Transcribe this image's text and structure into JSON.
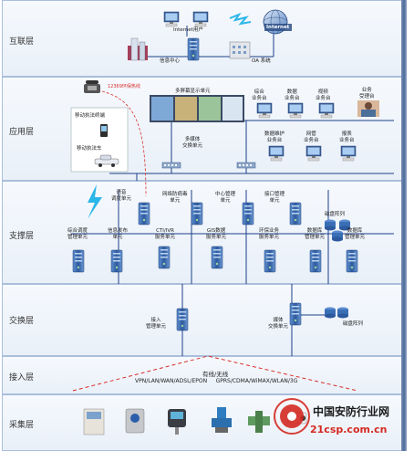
{
  "layers": {
    "internet": "互联层",
    "application": "应用层",
    "support": "支撑层",
    "switching": "交换层",
    "access": "接入层",
    "collection": "采集层"
  },
  "internet": {
    "internet_user": "Internet用户",
    "internet_cloud": "Internet",
    "info_center": "信息中心",
    "oa_system": "OA 系统"
  },
  "application": {
    "hotline": "12369环保热线",
    "mobile_terminal": "移动执法终端",
    "mobile_car": "移动执法车",
    "display_unit": "多屏幕显示单元",
    "multimedia_switch": "多媒体\n交换单元",
    "overall_desk": "综合\n业务台",
    "data_desk": "数据\n业务台",
    "video_desk": "视频\n业务台",
    "service_desk": "业务\n受理台",
    "data_maint_desk": "数据维护\n业务台",
    "netmgmt_desk": "网管\n业务台",
    "report_desk": "报表\n业务台"
  },
  "support": {
    "voice_unit": "语音\n调度单元",
    "firewall_unit": "网络防病毒\n单元",
    "center_mgmt": "中心管理\n单元",
    "interface_mgmt": "接口管理\n单元",
    "disk_array": "磁盘阵列",
    "dispatch_mgmt": "综合调度\n管理单元",
    "info_publish": "信息发布\n单元",
    "cti_ivr": "CTI/IVR\n服务单元",
    "gis": "GIS数据\n服务单元",
    "env_service": "环保业务\n服务单元",
    "db_unit1": "数据库\n管理单元",
    "db_unit2": "数据库\n管理单元"
  },
  "switching": {
    "access_mgmt": "接入\n管理单元",
    "media_switch": "媒体\n交换单元",
    "disk_array": "磁盘阵列"
  },
  "access": {
    "wired_wireless": "有线/无线",
    "protocols": "VPN/LAN/WAN/ADSL/EPON     GPRS/CDMA/WiMAX/WLAN/3G"
  },
  "watermark": {
    "site_name": "中国安防行业网",
    "site_url": "21csp.com.cn"
  },
  "colors": {
    "line": "#1c3f8a",
    "server": "#3a6fb5",
    "dashed": "#d9302c"
  }
}
